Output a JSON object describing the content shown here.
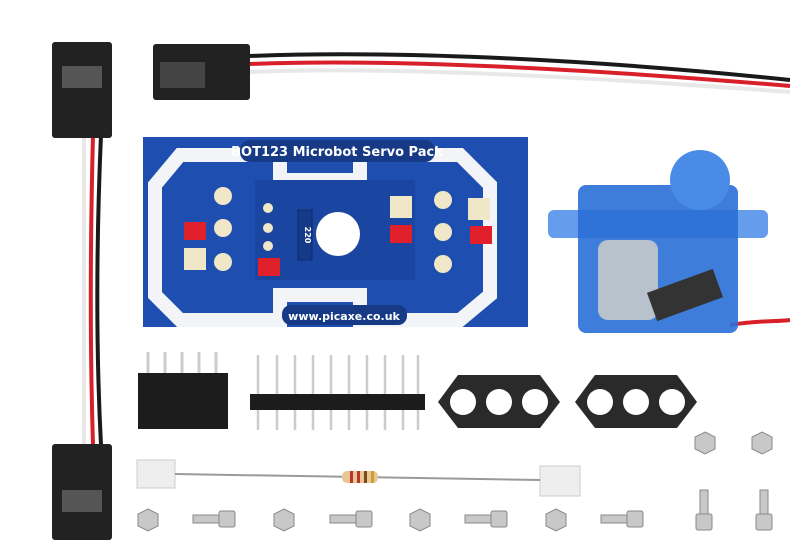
{
  "photo": {
    "pcb_title": "BOT123 Microbot Servo Pack",
    "pcb_url": "www.picaxe.co.uk",
    "resistor_label": "220",
    "colors": {
      "pcb": "#1e4fb0",
      "servo": "#2a6fd6",
      "wire_red": "#d8202a",
      "wire_black": "#1a1a1a",
      "plastic": "#222222"
    }
  }
}
